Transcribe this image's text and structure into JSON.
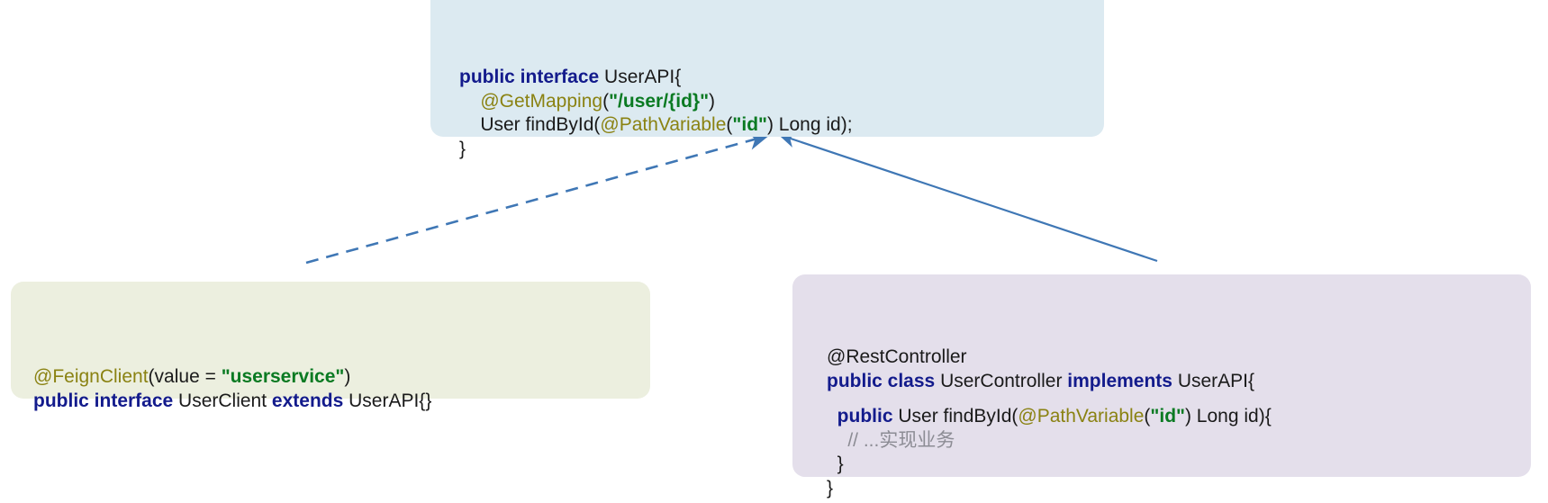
{
  "diagram": {
    "title": "Feign client / REST controller sharing a common API interface",
    "background": "#ffffff",
    "colors": {
      "keyword": "#131b8c",
      "annotation": "#8a8212",
      "string": "#0a7a22",
      "plain": "#1a1a1a",
      "comment": "#8c8c94",
      "arrow": "#3f77b5",
      "box_api_bg": "#dceaf1",
      "box_client_bg": "#ecefdf",
      "box_controller_bg": "#e4dfeb"
    }
  },
  "boxes": {
    "user_api": {
      "name": "UserAPI",
      "lines": [
        [
          {
            "t": "public interface ",
            "c": "kw"
          },
          {
            "t": "UserAPI{",
            "c": "plain"
          }
        ],
        [
          {
            "t": "    ",
            "c": "plain"
          },
          {
            "t": "@GetMapping",
            "c": "anno"
          },
          {
            "t": "(",
            "c": "plain"
          },
          {
            "t": "\"/user/{id}\"",
            "c": "str"
          },
          {
            "t": ")",
            "c": "plain"
          }
        ],
        [
          {
            "t": "    User findById(",
            "c": "plain"
          },
          {
            "t": "@PathVariable",
            "c": "anno"
          },
          {
            "t": "(",
            "c": "plain"
          },
          {
            "t": "\"id\"",
            "c": "str"
          },
          {
            "t": ") Long id);",
            "c": "plain"
          }
        ],
        [
          {
            "t": "}",
            "c": "plain"
          }
        ]
      ]
    },
    "user_client": {
      "name": "UserClient",
      "lines": [
        [
          {
            "t": "@FeignClient",
            "c": "anno"
          },
          {
            "t": "(value = ",
            "c": "plain"
          },
          {
            "t": "\"userservice\"",
            "c": "str"
          },
          {
            "t": ")",
            "c": "plain"
          }
        ],
        [
          {
            "t": "public interface ",
            "c": "kw"
          },
          {
            "t": "UserClient ",
            "c": "plain"
          },
          {
            "t": "extends ",
            "c": "kw"
          },
          {
            "t": "UserAPI{}",
            "c": "plain"
          }
        ]
      ]
    },
    "user_controller": {
      "name": "UserController",
      "lines": [
        [
          {
            "t": "@RestController",
            "c": "plain"
          }
        ],
        [
          {
            "t": "public class ",
            "c": "kw"
          },
          {
            "t": "UserController ",
            "c": "plain"
          },
          {
            "t": "implements ",
            "c": "kw"
          },
          {
            "t": "UserAPI{",
            "c": "plain"
          }
        ],
        [],
        [
          {
            "t": "  ",
            "c": "plain"
          },
          {
            "t": "public ",
            "c": "kw"
          },
          {
            "t": "User findById(",
            "c": "plain"
          },
          {
            "t": "@PathVariable",
            "c": "anno"
          },
          {
            "t": "(",
            "c": "plain"
          },
          {
            "t": "\"id\"",
            "c": "str"
          },
          {
            "t": ") Long id){",
            "c": "plain"
          }
        ],
        [
          {
            "t": "    // ...实现业务",
            "c": "comment"
          }
        ],
        [
          {
            "t": "  }",
            "c": "plain"
          }
        ],
        [
          {
            "t": "}",
            "c": "plain"
          }
        ]
      ]
    }
  },
  "connectors": [
    {
      "id": "client-implements-api",
      "from": "user_client",
      "to": "user_api",
      "style": "dashed",
      "arrowhead": "solid-triangle",
      "label": ""
    },
    {
      "id": "controller-implements-api",
      "from": "user_controller",
      "to": "user_api",
      "style": "solid",
      "arrowhead": "solid-triangle",
      "label": ""
    }
  ]
}
